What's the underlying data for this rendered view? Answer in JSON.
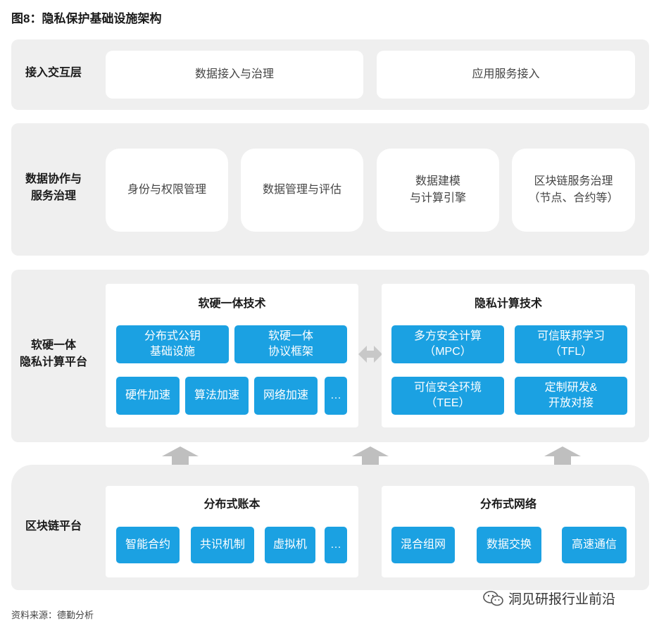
{
  "figure_title": "图8：隐私保护基础设施架构",
  "layers": {
    "access": {
      "label": "接入交互层",
      "boxes": [
        "数据接入与治理",
        "应用服务接入"
      ]
    },
    "collab": {
      "label": "数据协作与\n服务治理",
      "boxes": [
        "身份与权限管理",
        "数据管理与评估",
        "数据建模\n与计算引擎",
        "区块链服务治理\n（节点、合约等）"
      ]
    },
    "platform": {
      "label": "软硬一体\n隐私计算平台",
      "left_panel": {
        "title": "软硬一体技术",
        "items": [
          "分布式公钥\n基础设施",
          "软硬一体\n协议框架",
          "硬件加速",
          "算法加速",
          "网络加速",
          "…"
        ]
      },
      "right_panel": {
        "title": "隐私计算技术",
        "items": [
          "多方安全计算\n（MPC）",
          "可信联邦学习\n（TFL）",
          "可信安全环境\n（TEE）",
          "定制研发&\n开放对接"
        ]
      }
    },
    "blockchain": {
      "label": "区块链平台",
      "left_panel": {
        "title": "分布式账本",
        "items": [
          "智能合约",
          "共识机制",
          "虚拟机",
          "…"
        ]
      },
      "right_panel": {
        "title": "分布式网络",
        "items": [
          "混合组网",
          "数据交换",
          "高速通信"
        ]
      }
    }
  },
  "source": "资料来源：德勤分析",
  "watermark": "洞见研报行业前沿",
  "colors": {
    "layer_bg": "#efefef",
    "blue_box": "#1ba1e2",
    "arrow": "#bfbfbf"
  }
}
